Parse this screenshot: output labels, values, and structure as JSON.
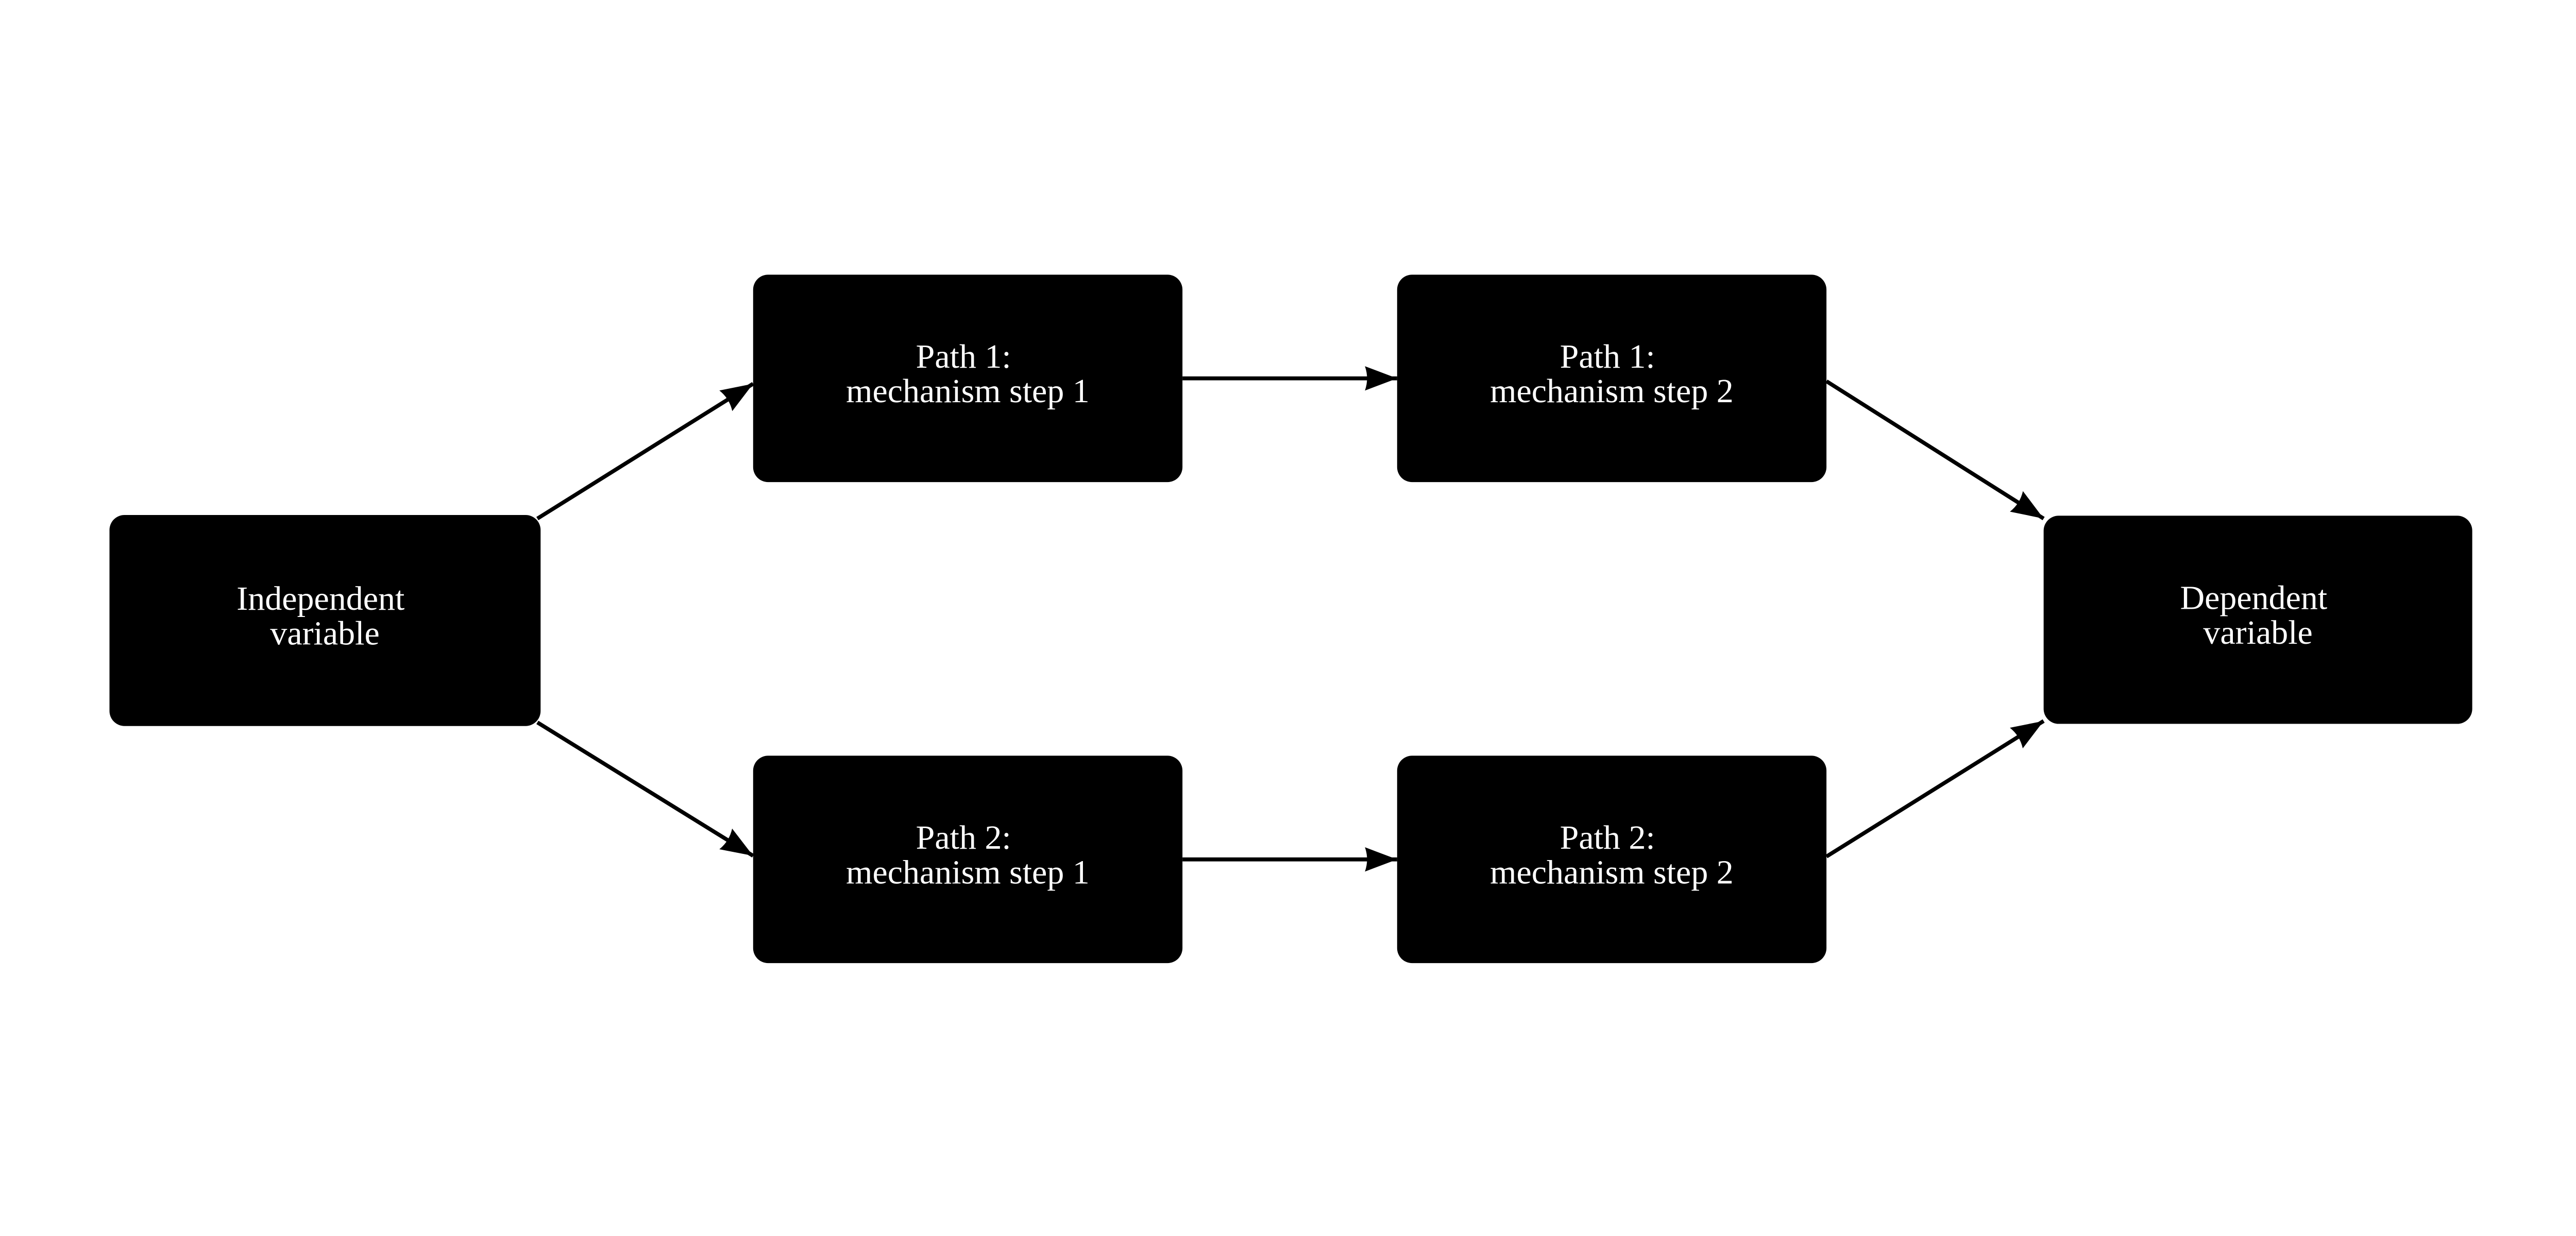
{
  "diagram": {
    "type": "flowchart",
    "direction": "left-to-right",
    "background_color": "#ffffff",
    "style": {
      "node_fill": "#000000",
      "node_text_color": "#ffffff",
      "edge_color": "#000000"
    },
    "nodes": [
      {
        "id": "independent-variable",
        "label": "Independent variable",
        "lines": [
          "Independent",
          "variable"
        ]
      },
      {
        "id": "path1-step1",
        "label": "Path 1: mechanism step 1",
        "lines": [
          "Path 1:",
          "mechanism step 1"
        ]
      },
      {
        "id": "path1-step2",
        "label": "Path 1: mechanism step 2",
        "lines": [
          "Path 1:",
          "mechanism step 2"
        ]
      },
      {
        "id": "path2-step1",
        "label": "Path 2: mechanism step 1",
        "lines": [
          "Path 2:",
          "mechanism step 1"
        ]
      },
      {
        "id": "path2-step2",
        "label": "Path 2: mechanism step 2",
        "lines": [
          "Path 2:",
          "mechanism step 2"
        ]
      },
      {
        "id": "dependent-variable",
        "label": "Dependent variable",
        "lines": [
          "Dependent",
          "variable"
        ]
      }
    ],
    "edges": [
      {
        "from": "independent-variable",
        "to": "path1-step1"
      },
      {
        "from": "independent-variable",
        "to": "path2-step1"
      },
      {
        "from": "path1-step1",
        "to": "path1-step2"
      },
      {
        "from": "path2-step1",
        "to": "path2-step2"
      },
      {
        "from": "path1-step2",
        "to": "dependent-variable"
      },
      {
        "from": "path2-step2",
        "to": "dependent-variable"
      }
    ]
  }
}
